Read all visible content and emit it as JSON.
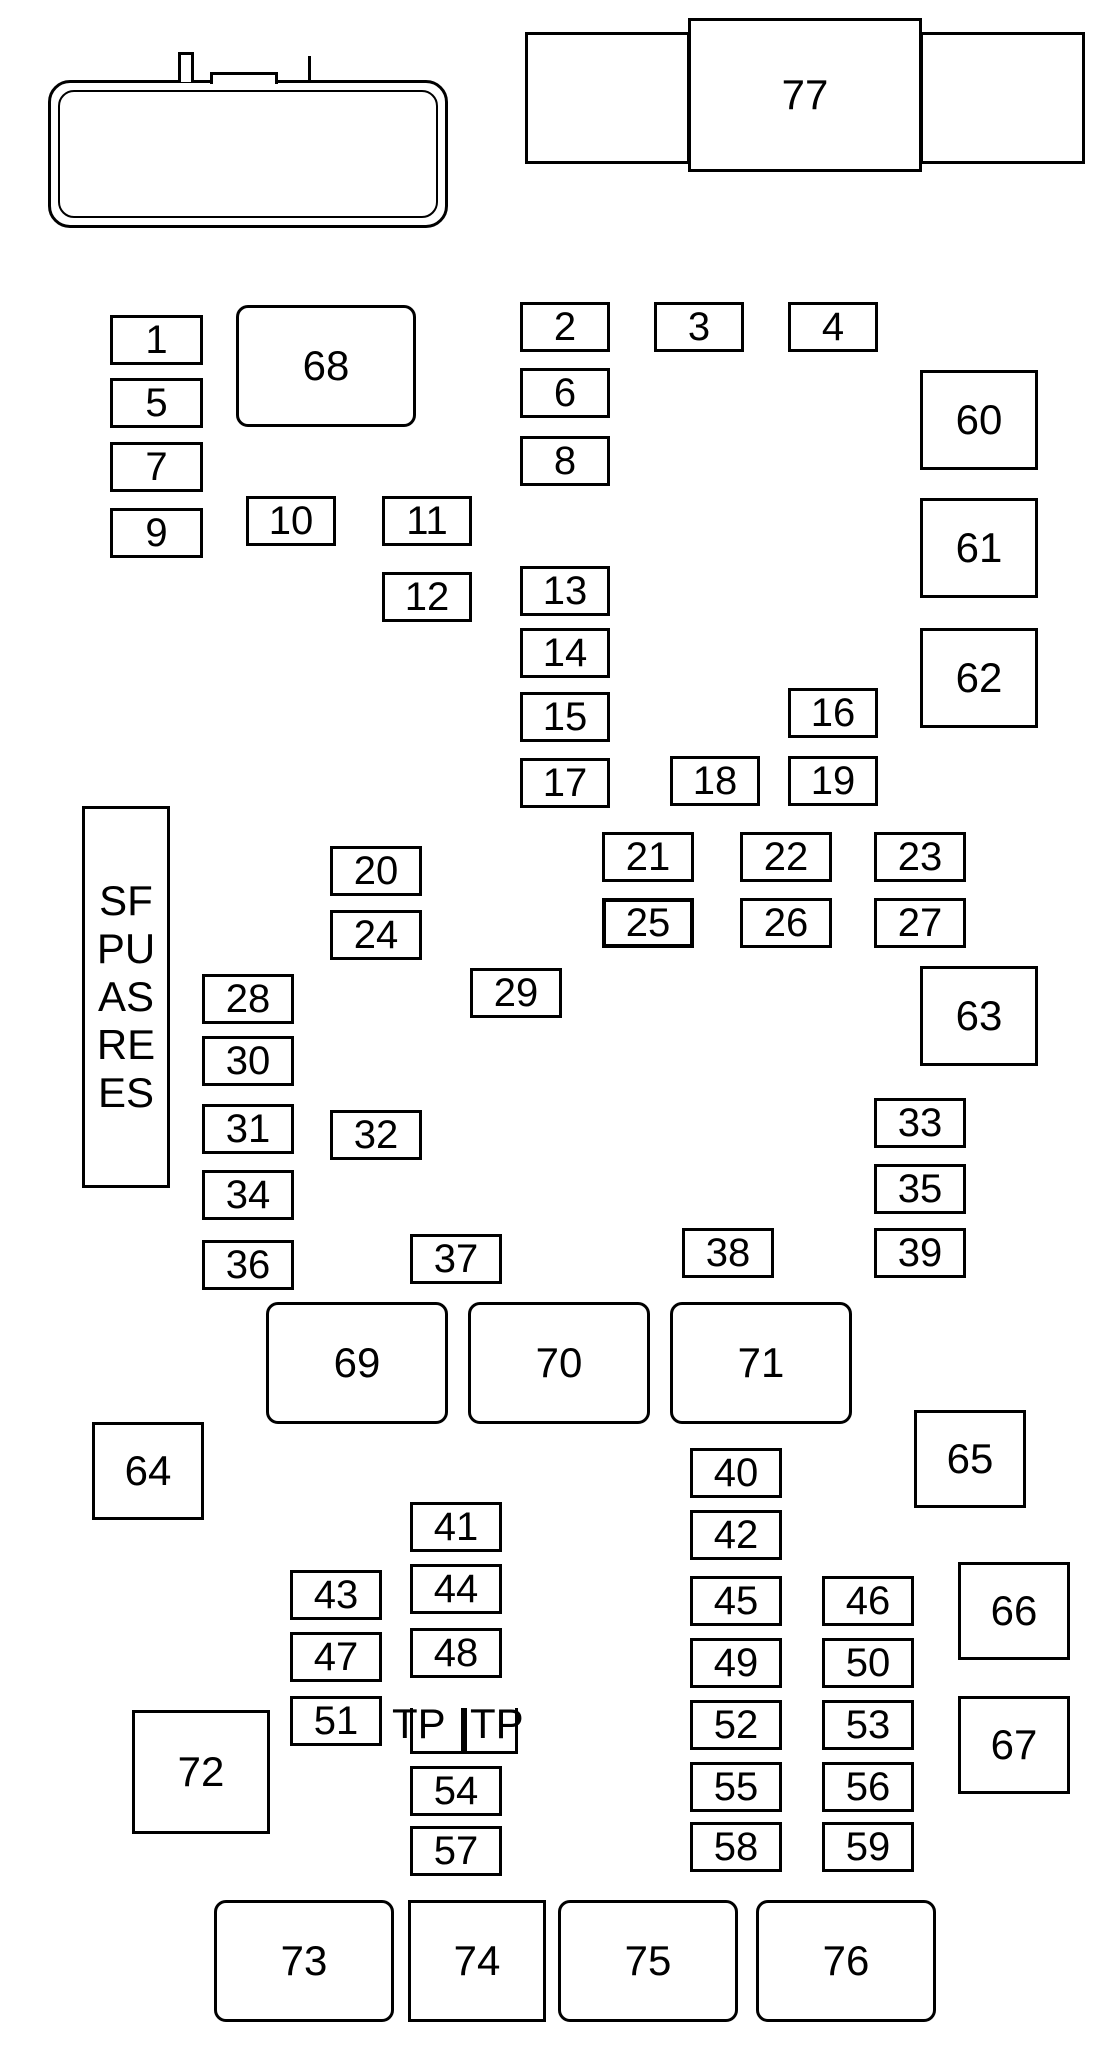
{
  "fuse_box": {
    "connector_top": "77",
    "fuses": [
      "1",
      "2",
      "3",
      "4",
      "5",
      "6",
      "7",
      "8",
      "9",
      "10",
      "11",
      "12",
      "13",
      "14",
      "15",
      "16",
      "17",
      "18",
      "19",
      "20",
      "21",
      "22",
      "23",
      "24",
      "25",
      "26",
      "27",
      "28",
      "29",
      "30",
      "31",
      "32",
      "33",
      "34",
      "35",
      "36",
      "37",
      "38",
      "39",
      "40",
      "41",
      "42",
      "43",
      "44",
      "45",
      "46",
      "47",
      "48",
      "49",
      "50",
      "51",
      "52",
      "53",
      "54",
      "55",
      "56",
      "57",
      "58",
      "59"
    ],
    "relays": [
      "60",
      "61",
      "62",
      "63",
      "64",
      "65",
      "66",
      "67",
      "68",
      "69",
      "70",
      "71",
      "72",
      "73",
      "74",
      "75",
      "76"
    ],
    "spare_label": [
      "SF",
      "PU",
      "AS",
      "RE",
      "ES"
    ],
    "tp_labels": [
      "TP",
      "TP"
    ]
  }
}
